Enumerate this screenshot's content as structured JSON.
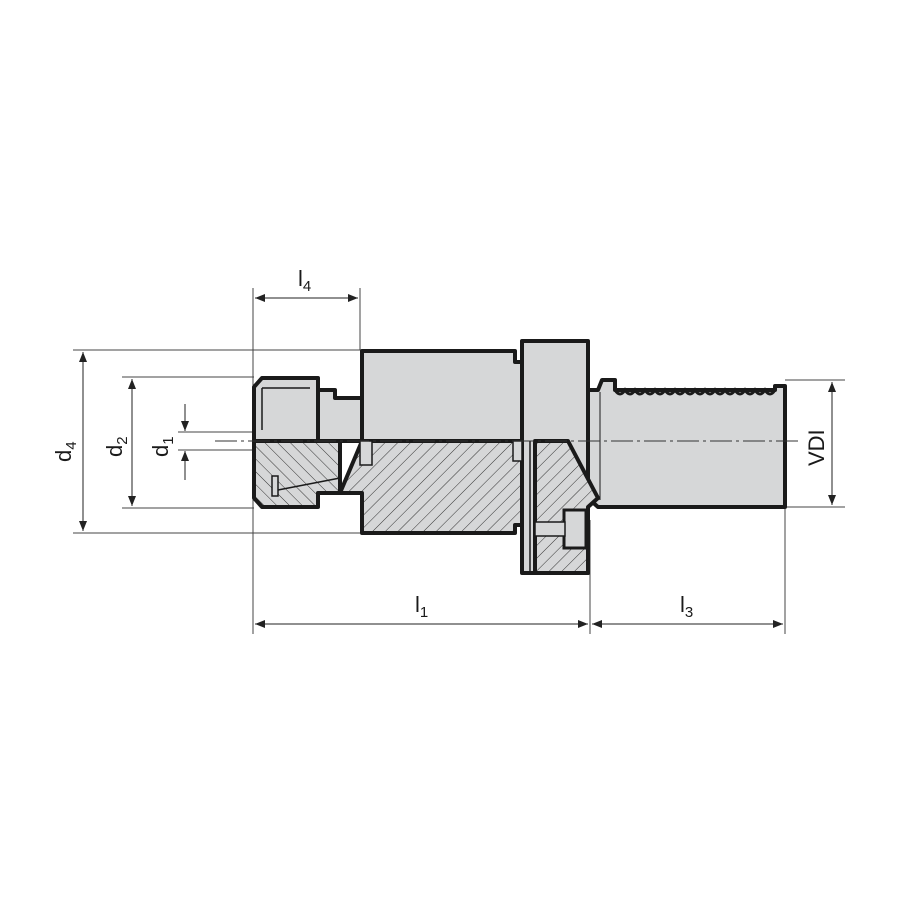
{
  "drawing": {
    "title": "VDI ER collet chuck holder",
    "colors": {
      "body": "#d6d7d8",
      "outline": "#1a1a1a",
      "dim": "#333333"
    }
  },
  "labels": {
    "l4": {
      "main": "l",
      "sub": "4"
    },
    "d4": {
      "main": "d",
      "sub": "4"
    },
    "d2": {
      "main": "d",
      "sub": "2"
    },
    "d1": {
      "main": "d",
      "sub": "1"
    },
    "vdi": {
      "main": "VDI"
    },
    "l1": {
      "main": "l",
      "sub": "1"
    },
    "l3": {
      "main": "l",
      "sub": "3"
    }
  }
}
